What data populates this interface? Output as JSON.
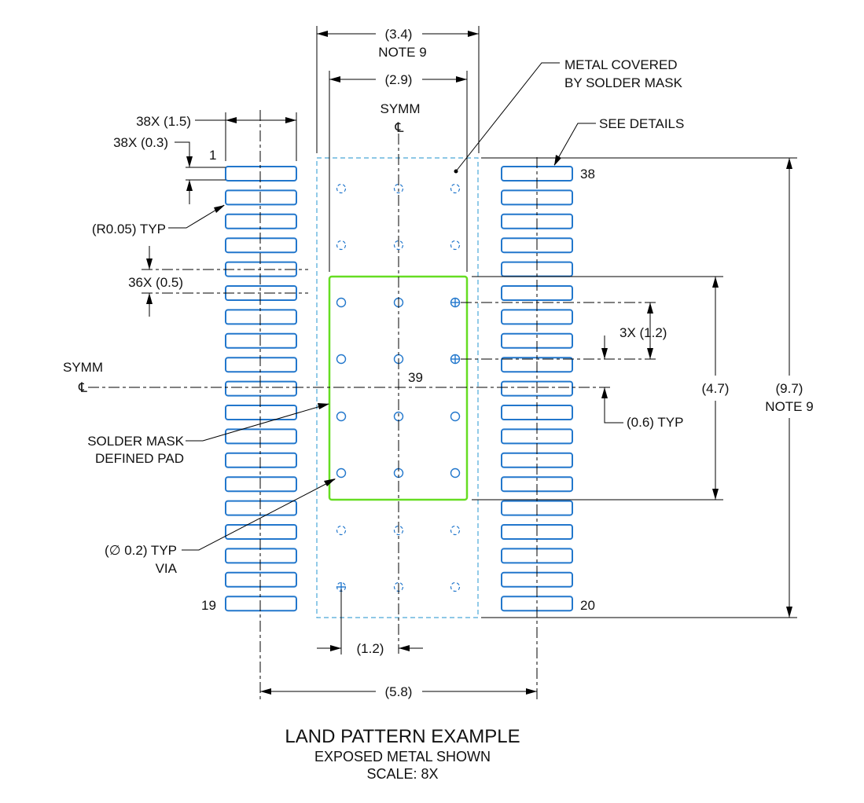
{
  "dimensions": {
    "top_outer": "(3.4)",
    "top_outer_note": "NOTE 9",
    "top_inner": "(2.9)",
    "pad_length": "38X (1.5)",
    "pad_width": "38X (0.3)",
    "pin1": "1",
    "pitch": "36X (0.5)",
    "corner_radius": "(R0.05) TYP",
    "via_pitch_v": "3X (1.2)",
    "via_offset": "(0.6) TYP",
    "smdp_height": "(4.7)",
    "overall_height": "(9.7)",
    "overall_height_note": "NOTE 9",
    "via_pitch_h": "(1.2)",
    "row_span": "(5.8)"
  },
  "labels": {
    "symm_top": "SYMM",
    "symm_left": "SYMM",
    "centerline_glyph": "℄",
    "metal_covered_1": "METAL COVERED",
    "metal_covered_2": "BY SOLDER MASK",
    "see_details": "SEE DETAILS",
    "solder_mask_1": "SOLDER MASK",
    "solder_mask_2": "DEFINED PAD",
    "via_1": "(∅ 0.2) TYP",
    "via_2": "VIA",
    "pin38": "38",
    "pin19": "19",
    "pin20": "20",
    "pad39": "39"
  },
  "title": {
    "line1": "LAND PATTERN EXAMPLE",
    "line2": "EXPOSED METAL SHOWN",
    "line3": "SCALE: 8X"
  },
  "colors": {
    "pad": "#2277cc",
    "solder_mask_defined_pad": "#66dd22",
    "metal_covered_region": "#4aa8d8"
  },
  "pad_rows": {
    "pads_per_side": 19
  }
}
